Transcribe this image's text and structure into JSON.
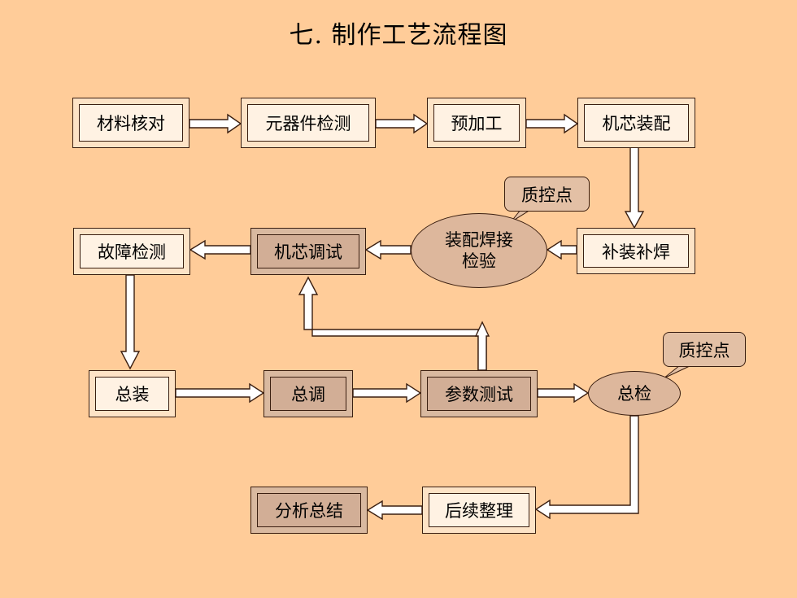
{
  "title": "七. 制作工艺流程图",
  "nodes": {
    "material_check": "材料核对",
    "component_test": "元器件检测",
    "preprocess": "预加工",
    "core_assembly": "机芯装配",
    "repair_weld": "补装补焊",
    "weld_inspection_line1": "装配焊接",
    "weld_inspection_line2": "检验",
    "core_debug": "机芯调试",
    "fault_detection": "故障检测",
    "final_assembly": "总装",
    "final_tuning": "总调",
    "param_test": "参数测试",
    "final_inspection": "总检",
    "follow_up": "后续整理",
    "summary": "分析总结"
  },
  "callouts": {
    "qc_point_1": "质控点",
    "qc_point_2": "质控点"
  }
}
